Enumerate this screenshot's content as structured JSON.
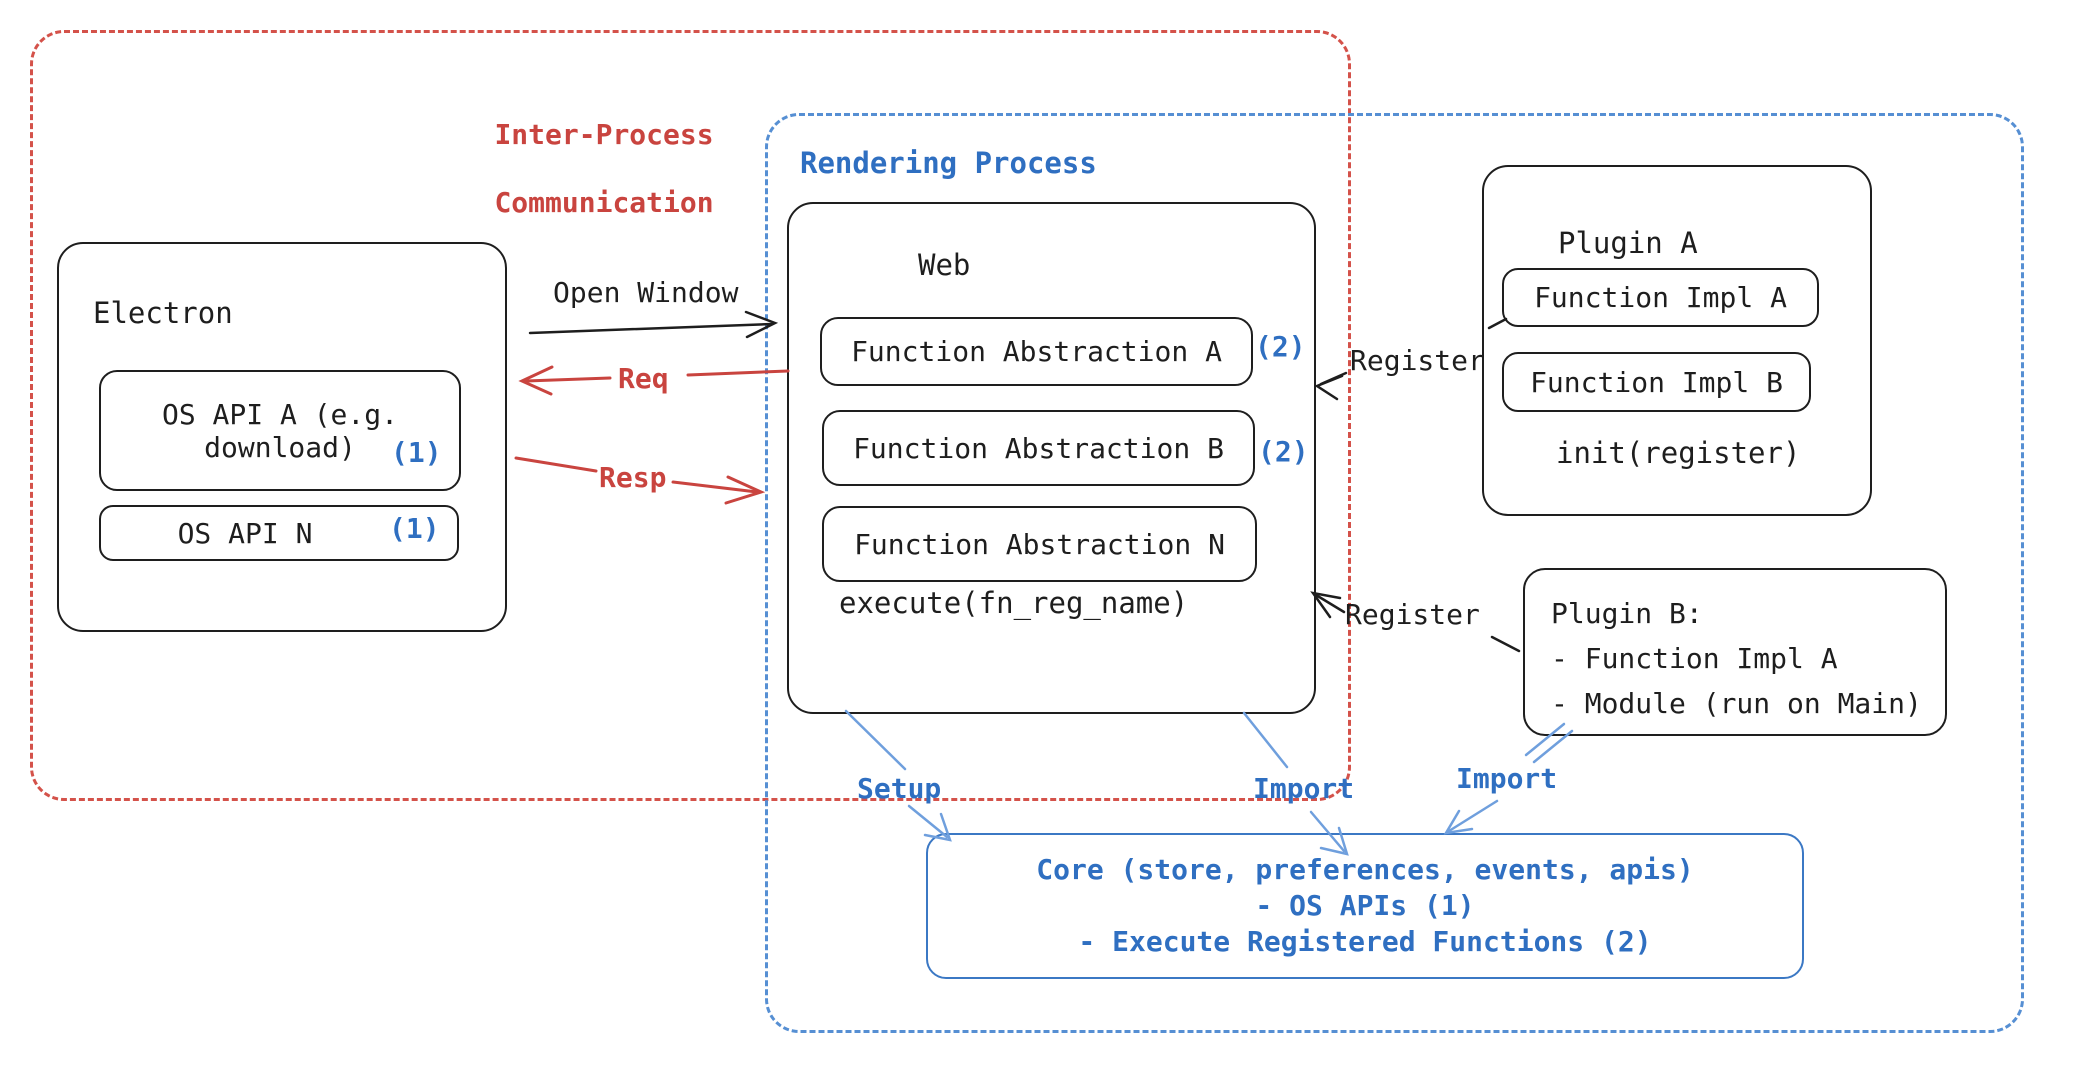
{
  "colors": {
    "ink": "#1e1e1e",
    "red_text": "#c9443f",
    "red_dash": "#d4524a",
    "blue_text": "#2f6fc1",
    "blue_dash": "#568fd3",
    "blue_box_border": "#3b78c4",
    "light_blue_arrow": "#6f9fdd",
    "background": "#ffffff"
  },
  "ipc_region": {
    "label_line1": "Inter-Process",
    "label_line2": "Communication"
  },
  "rendering_region": {
    "label": "Rendering Process"
  },
  "electron": {
    "title": "Electron",
    "api_a_line1": "OS API A (e.g.",
    "api_a_line2": "download)",
    "api_a_badge": "(1)",
    "api_n": "OS API N",
    "api_n_badge": "(1)"
  },
  "web": {
    "title": "Web",
    "fn_a": "Function Abstraction A",
    "fn_a_badge": "(2)",
    "fn_b": "Function Abstraction B",
    "fn_b_badge": "(2)",
    "fn_n": "Function Abstraction N",
    "execute": "execute(fn_reg_name)"
  },
  "plugin_a": {
    "title": "Plugin A",
    "impl_a": "Function Impl A",
    "impl_b": "Function Impl B",
    "init": "init(register)"
  },
  "plugin_b": {
    "title": "Plugin B:",
    "item1": "- Function Impl A",
    "item2": "- Module (run on Main)"
  },
  "core": {
    "line1": "Core (store, preferences, events, apis)",
    "line2": "- OS APIs (1)",
    "line3": "- Execute Registered Functions (2)"
  },
  "arrows": {
    "open_window": "Open Window",
    "req": "Req",
    "resp": "Resp",
    "register_a": "Register",
    "register_b": "Register",
    "setup": "Setup",
    "import_web": "Import",
    "import_plugin": "Import"
  }
}
